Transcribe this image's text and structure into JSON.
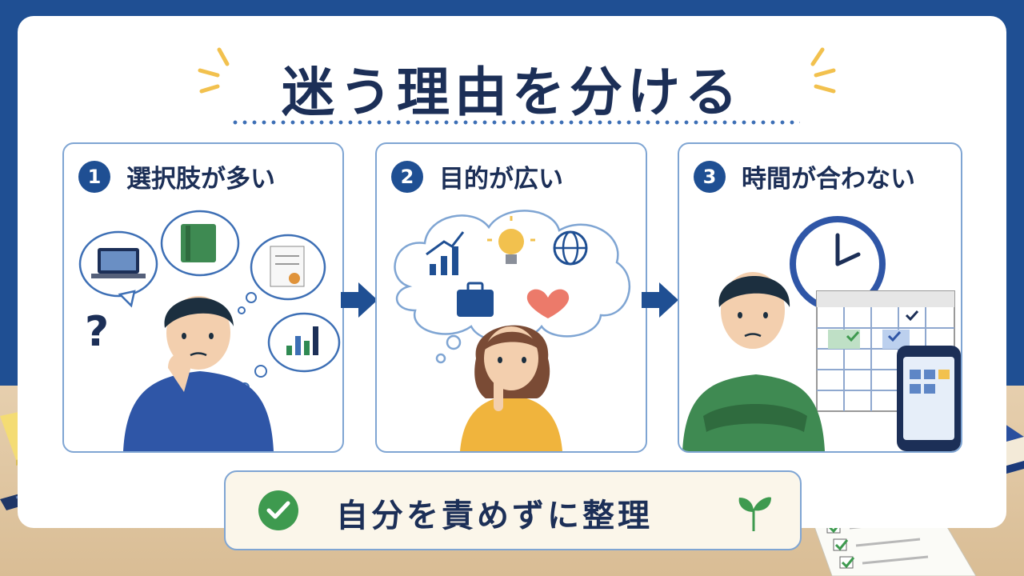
{
  "title": "迷う理由を分ける",
  "panels": [
    {
      "number": "1",
      "title": "選択肢が多い"
    },
    {
      "number": "2",
      "title": "目的が広い"
    },
    {
      "number": "3",
      "title": "時間が合わない"
    }
  ],
  "bottom": {
    "text": "自分を責めずに整理"
  },
  "icons": {
    "question": "?"
  },
  "colors": {
    "navy": "#1f4f93",
    "text": "#1c2f57",
    "accent_yellow": "#f2c14e",
    "check_green": "#3e9a4f"
  }
}
